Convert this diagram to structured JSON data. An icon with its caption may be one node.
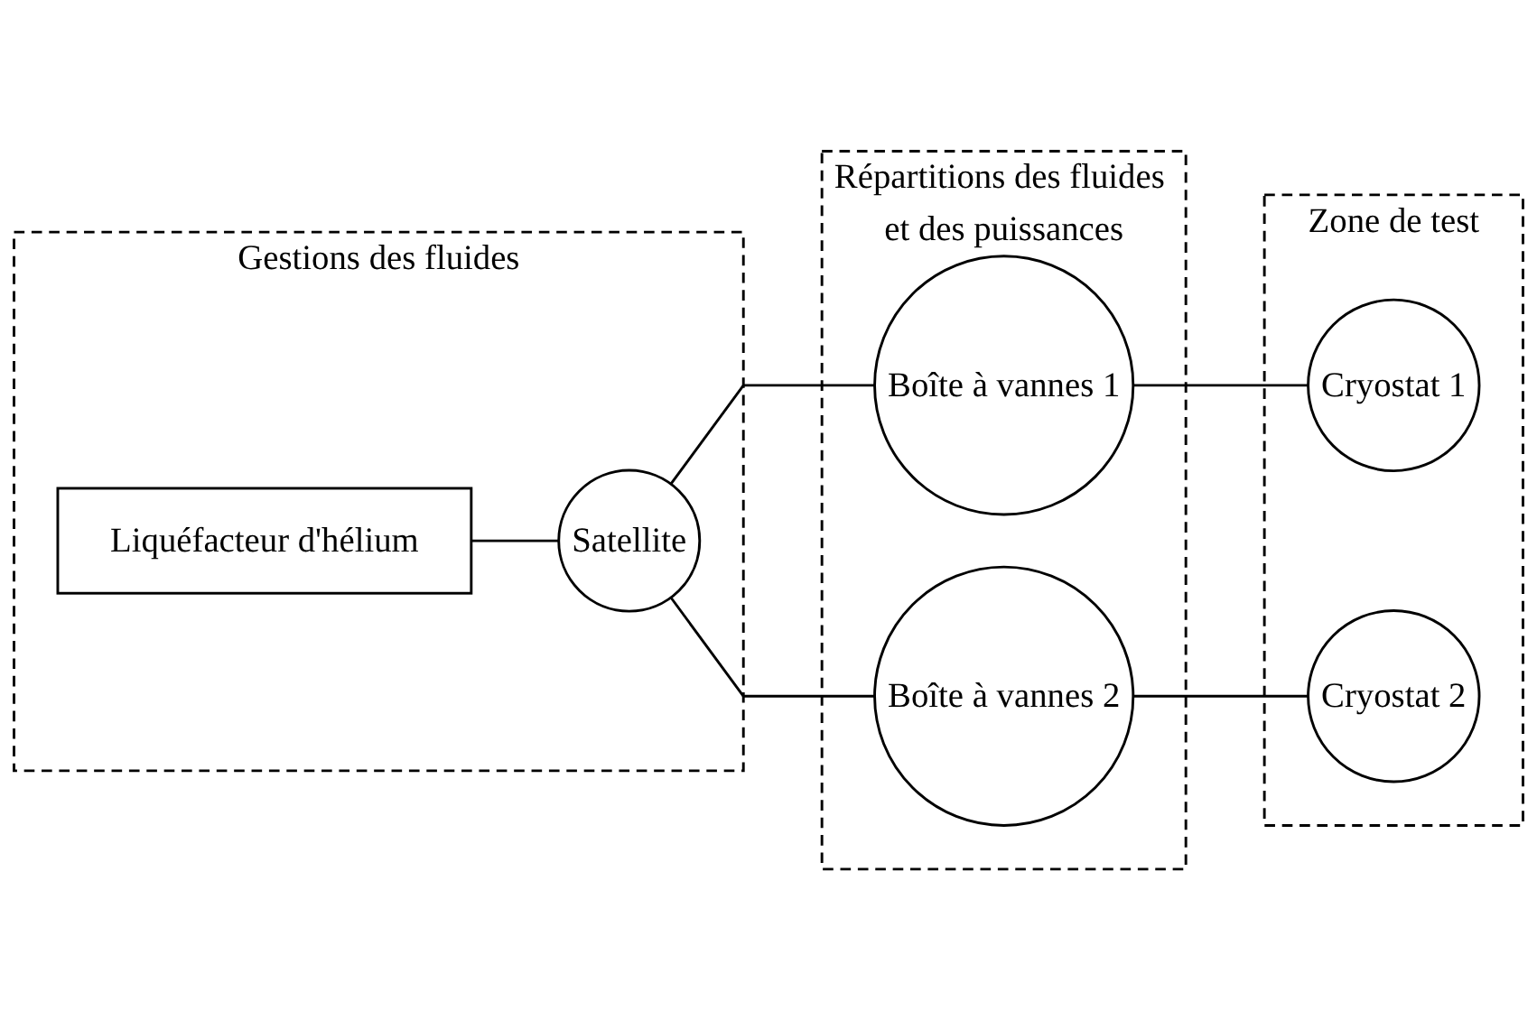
{
  "diagram": {
    "nodes": [
      {
        "text": [
          "Gestions des fluides"
        ]
      },
      {
        "text": [
          "Répartitions des fluides et des puissances"
        ]
      },
      {
        "text": [
          "Zone de test"
        ]
      },
      {
        "text": [
          "Liquéfacteur d'hélium"
        ],
        "in": 0
      },
      {
        "text": [
          "Satellite"
        ],
        "in": 0
      },
      {
        "text": [
          "Boîte à vannes 1"
        ],
        "in": 1
      },
      {
        "text": [
          "Boîte à vannes 2"
        ],
        "in": 1
      },
      {
        "text": [
          "Cryostat 1"
        ],
        "in": 2
      },
      {
        "text": [
          "Cryostat 2"
        ],
        "in": 2
      }
    ],
    "edges": [
      {
        "from": 3,
        "to": 4,
        "arrow": "none"
      },
      {
        "from": 4,
        "to": 5,
        "arrow": "none"
      },
      {
        "from": 4,
        "to": 6,
        "arrow": "none"
      },
      {
        "from": 5,
        "to": 7,
        "arrow": "none"
      },
      {
        "from": 6,
        "to": 8,
        "arrow": "none"
      }
    ]
  }
}
